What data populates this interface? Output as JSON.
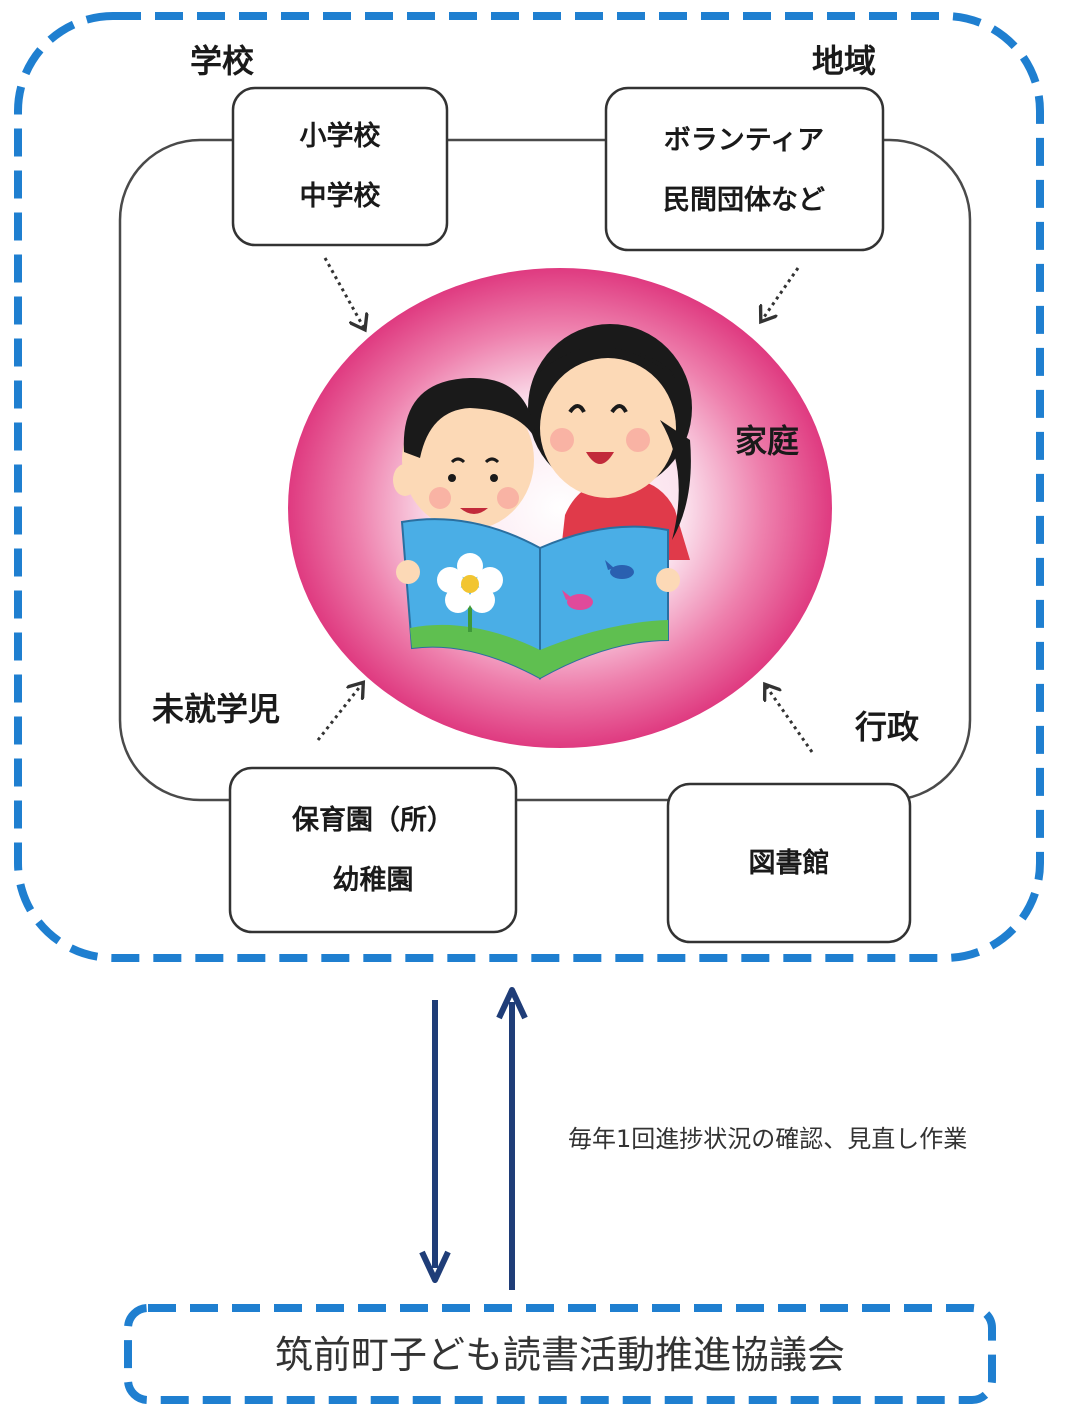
{
  "sectors": {
    "school": "学校",
    "community": "地域",
    "preschool": "未就学児",
    "administration": "行政",
    "family": "家庭"
  },
  "boxes": {
    "schools": {
      "line1": "小学校",
      "line2": "中学校"
    },
    "community": {
      "line1": "ボランティア",
      "line2": "民間団体など"
    },
    "nursery": {
      "line1": "保育園（所）",
      "line2": "幼稚園"
    },
    "library": {
      "line1": "図書館"
    }
  },
  "review_note": "毎年1回進捗状況の確認、見直し作業",
  "council": "筑前町子ども読書活動推進協議会",
  "illustration": {
    "subject": "parent-reading-picture-book-with-child",
    "book_icons": [
      "flower-icon",
      "bird-icon"
    ]
  },
  "colors": {
    "dashed_border": "#1f7fd0",
    "arrow_navy": "#1f3d78",
    "family_circle": "#e0367d",
    "box_stroke": "#333333"
  }
}
